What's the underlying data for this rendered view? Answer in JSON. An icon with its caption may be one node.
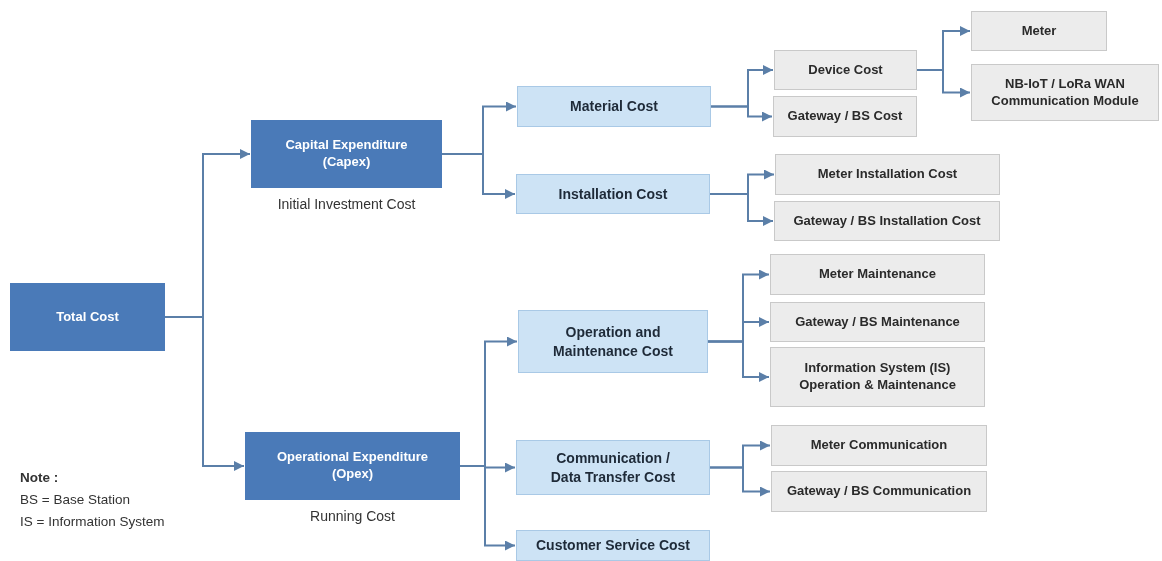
{
  "diagram": {
    "nodes": [
      {
        "text": [
          "Total Cost"
        ]
      },
      {
        "text": [
          "Capital Expenditure (Capex)"
        ],
        "beside": [
          "Initial Investment Cost"
        ]
      },
      {
        "text": [
          "Operational Expenditure (Opex)"
        ],
        "beside": [
          "Running Cost"
        ]
      },
      {
        "text": [
          "Material Cost"
        ]
      },
      {
        "text": [
          "Installation Cost"
        ]
      },
      {
        "text": [
          "Device Cost"
        ]
      },
      {
        "text": [
          "Gateway / BS Cost"
        ]
      },
      {
        "text": [
          "Meter"
        ]
      },
      {
        "text": [
          "NB-IoT / LoRa WAN Communication Module"
        ]
      },
      {
        "text": [
          "Meter Installation Cost"
        ]
      },
      {
        "text": [
          "Gateway / BS Installation Cost"
        ]
      },
      {
        "text": [
          "Operation and Maintenance Cost"
        ]
      },
      {
        "text": [
          "Communication / Data Transfer Cost"
        ]
      },
      {
        "text": [
          "Customer Service Cost"
        ]
      },
      {
        "text": [
          "Meter Maintenance"
        ]
      },
      {
        "text": [
          "Gateway / BS Maintenance"
        ]
      },
      {
        "text": [
          "Information System (IS) Operation & Maintenance"
        ]
      },
      {
        "text": [
          "Meter Communication"
        ]
      },
      {
        "text": [
          "Gateway / BS Communication"
        ]
      }
    ],
    "edges": [
      {
        "from": 0,
        "to": 1,
        "arrow": "to"
      },
      {
        "from": 0,
        "to": 2,
        "arrow": "to"
      },
      {
        "from": 1,
        "to": 3,
        "arrow": "to"
      },
      {
        "from": 1,
        "to": 4,
        "arrow": "to"
      },
      {
        "from": 3,
        "to": 5,
        "arrow": "to"
      },
      {
        "from": 3,
        "to": 6,
        "arrow": "to"
      },
      {
        "from": 5,
        "to": 7,
        "arrow": "to"
      },
      {
        "from": 5,
        "to": 8,
        "arrow": "to"
      },
      {
        "from": 4,
        "to": 9,
        "arrow": "to"
      },
      {
        "from": 4,
        "to": 10,
        "arrow": "to"
      },
      {
        "from": 2,
        "to": 11,
        "arrow": "to"
      },
      {
        "from": 2,
        "to": 12,
        "arrow": "to"
      },
      {
        "from": 2,
        "to": 13,
        "arrow": "to"
      },
      {
        "from": 11,
        "to": 14,
        "arrow": "to"
      },
      {
        "from": 11,
        "to": 15,
        "arrow": "to"
      },
      {
        "from": 11,
        "to": 16,
        "arrow": "to"
      },
      {
        "from": 12,
        "to": 17,
        "arrow": "to"
      },
      {
        "from": 12,
        "to": 18,
        "arrow": "to"
      }
    ],
    "labels": [
      "Note :",
      "BS = Base Station",
      "IS = Information System"
    ]
  }
}
